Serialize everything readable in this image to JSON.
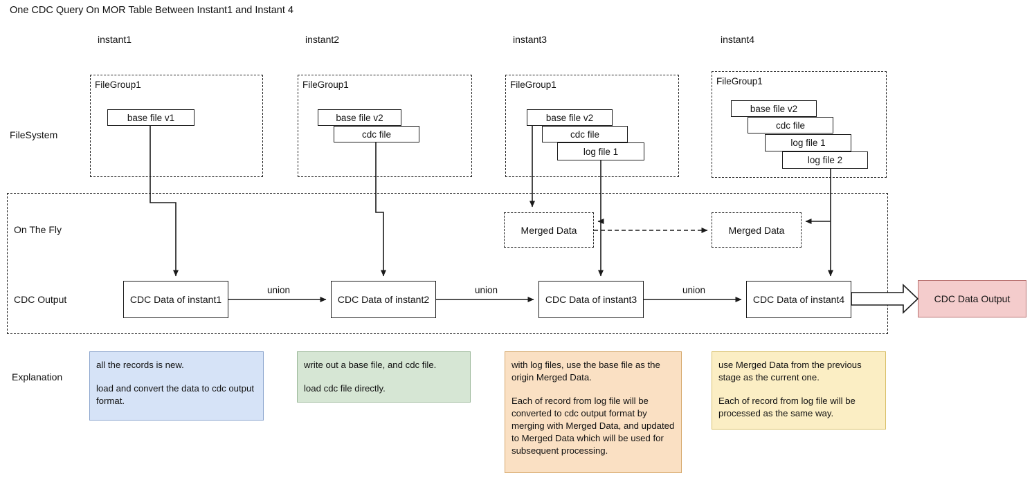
{
  "title": "One CDC Query On MOR Table Between Instant1 and Instant 4",
  "columns": [
    {
      "header": "instant1"
    },
    {
      "header": "instant2"
    },
    {
      "header": "instant3"
    },
    {
      "header": "instant4"
    }
  ],
  "rows": {
    "filesystem": "FileSystem",
    "on_the_fly": "On The Fly",
    "cdc_output": "CDC Output",
    "explanation": "Explanation"
  },
  "filegroups": [
    {
      "label": "FileGroup1",
      "files": [
        "base file v1"
      ]
    },
    {
      "label": "FileGroup1",
      "files": [
        "base file v2",
        "cdc file"
      ]
    },
    {
      "label": "FileGroup1",
      "files": [
        "base file v2",
        "cdc file",
        "log file 1"
      ]
    },
    {
      "label": "FileGroup1",
      "files": [
        "base file v2",
        "cdc file",
        "log file 1",
        "log file 2"
      ]
    }
  ],
  "merged_data": [
    {
      "label": "Merged Data"
    },
    {
      "label": "Merged Data"
    }
  ],
  "cdc_data": [
    {
      "label": "CDC Data of instant1"
    },
    {
      "label": "CDC Data of instant2"
    },
    {
      "label": "CDC Data of instant3"
    },
    {
      "label": "CDC Data of instant4"
    }
  ],
  "union_labels": [
    "union",
    "union",
    "union"
  ],
  "output": {
    "label": "CDC Data Output",
    "fill": "#f4cccc",
    "stroke": "#b8706f"
  },
  "explanations": [
    {
      "fill": "#d6e3f7",
      "stroke": "#8aa4cd",
      "paragraphs": [
        "all the records is new.",
        "load and convert the data to cdc output format."
      ]
    },
    {
      "fill": "#d6e6d4",
      "stroke": "#9cb89a",
      "paragraphs": [
        "write out a base file, and cdc file.",
        "load cdc file directly."
      ]
    },
    {
      "fill": "#fae0c3",
      "stroke": "#d5a86a",
      "paragraphs": [
        "with log files, use the base file as the origin Merged Data.",
        "Each of record from log file will be converted to cdc output format by merging with Merged Data, and updated to Merged Data which will be used for subsequent processing."
      ]
    },
    {
      "fill": "#fbeec4",
      "stroke": "#d9c06a",
      "paragraphs": [
        "use Merged Data from the previous stage as the current one.",
        "Each of record from log file will be processed as the same way."
      ]
    }
  ]
}
